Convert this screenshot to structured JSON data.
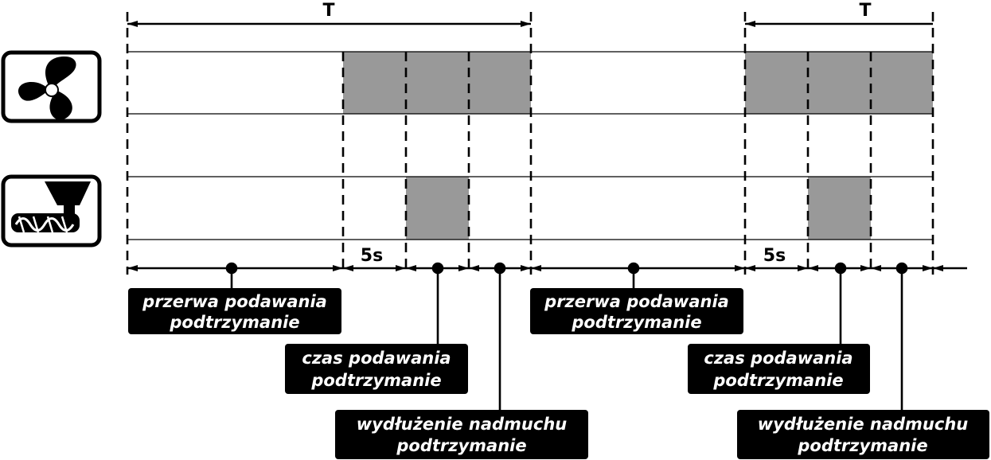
{
  "period_label": "T",
  "duration_label": "5s",
  "cycles": [
    {
      "label_break": [
        "przerwa podawania",
        "podtrzymanie"
      ],
      "label_feed": [
        "czas podawania",
        "podtrzymanie"
      ],
      "label_ext": [
        "wydłużenie nadmuchu",
        "podtrzymanie"
      ]
    },
    {
      "label_break": [
        "przerwa podawania",
        "podtrzymanie"
      ],
      "label_feed": [
        "czas podawania",
        "podtrzymanie"
      ],
      "label_ext": [
        "wydłużenie nadmuchu",
        "podtrzymanie"
      ]
    }
  ],
  "icons": [
    "fan-icon",
    "feeder-screw-icon"
  ],
  "colors": {
    "active_fill": "#999999",
    "line": "#000000",
    "label_bg": "#000000",
    "label_text": "#ffffff"
  }
}
